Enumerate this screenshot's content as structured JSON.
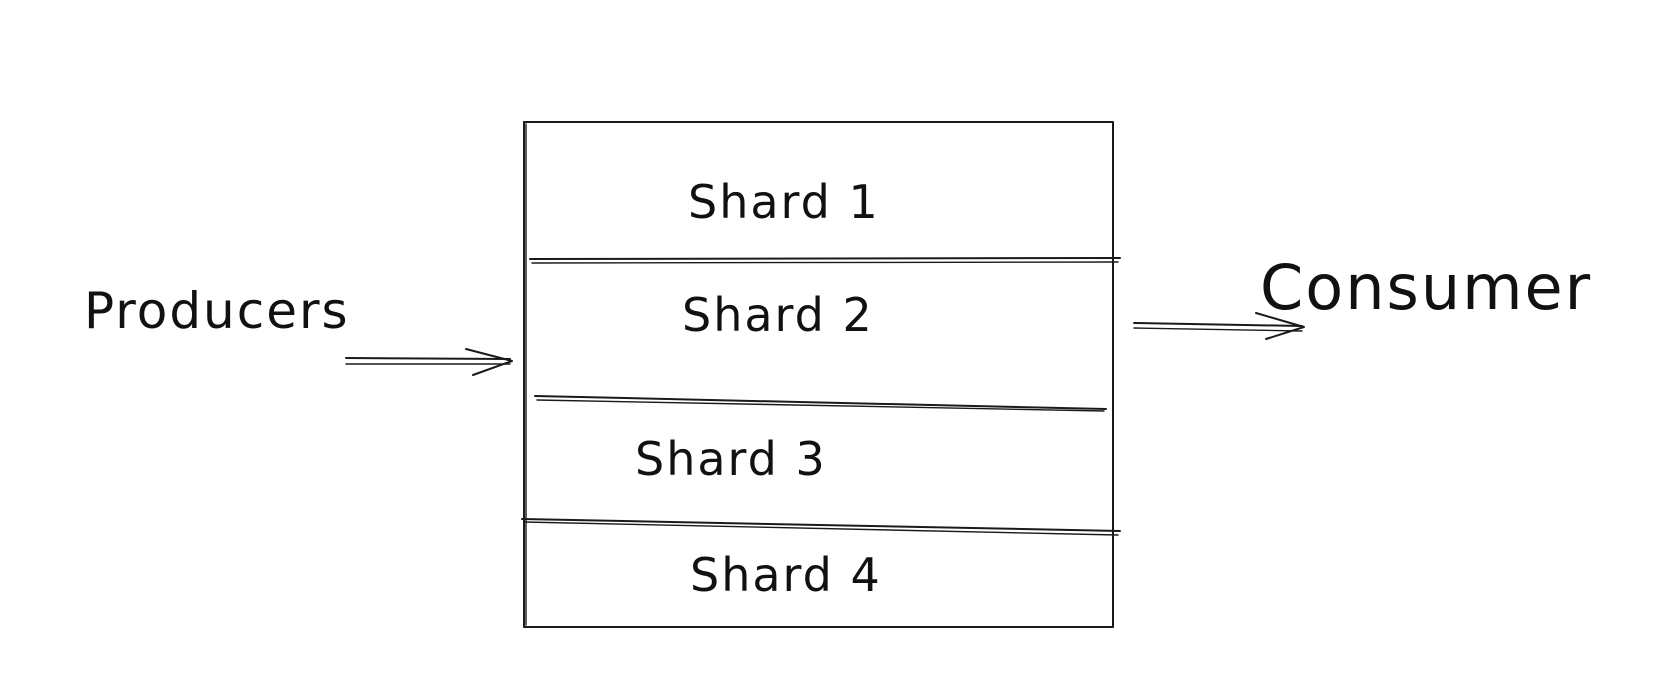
{
  "diagram": {
    "producers": {
      "label": "Producers"
    },
    "consumer": {
      "label": "Consumer"
    },
    "shards": [
      {
        "label": "Shard 1"
      },
      {
        "label": "Shard 2"
      },
      {
        "label": "Shard 3"
      },
      {
        "label": "Shard 4"
      }
    ],
    "colors": {
      "stroke": "#1a1a1a",
      "text": "#111111",
      "background": "#ffffff"
    }
  }
}
